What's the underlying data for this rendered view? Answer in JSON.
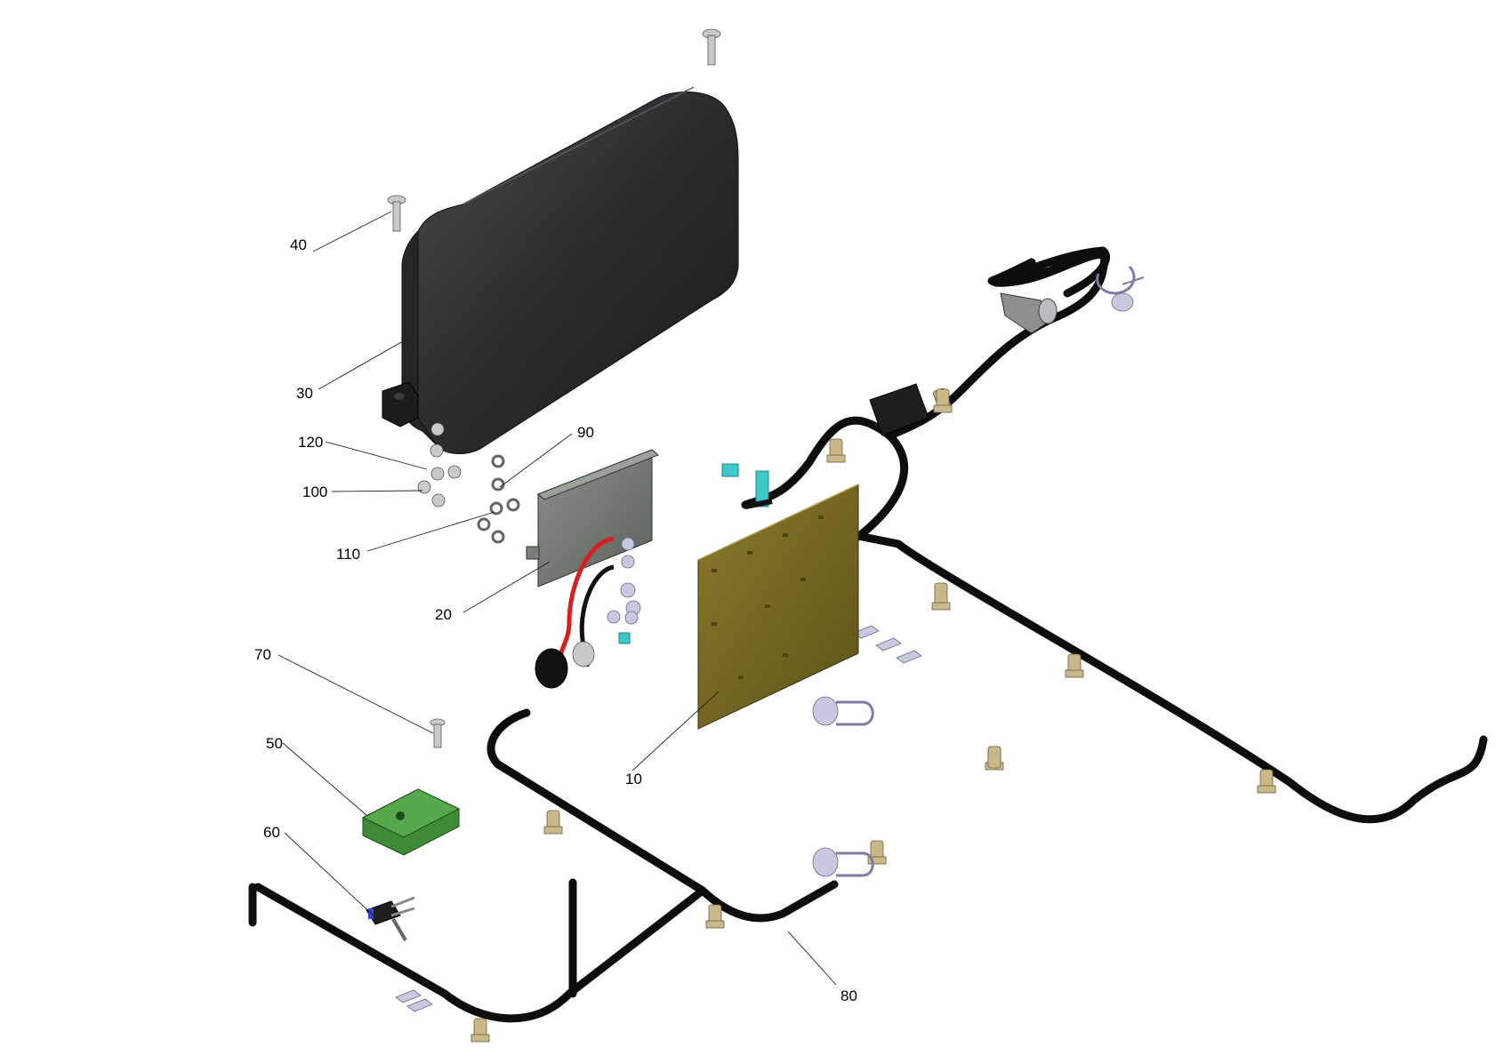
{
  "callouts": [
    {
      "id": "40",
      "label": "40"
    },
    {
      "id": "30",
      "label": "30"
    },
    {
      "id": "120",
      "label": "120"
    },
    {
      "id": "90",
      "label": "90"
    },
    {
      "id": "100",
      "label": "100"
    },
    {
      "id": "110",
      "label": "110"
    },
    {
      "id": "20",
      "label": "20"
    },
    {
      "id": "70",
      "label": "70"
    },
    {
      "id": "50",
      "label": "50"
    },
    {
      "id": "10",
      "label": "10"
    },
    {
      "id": "60",
      "label": "60"
    },
    {
      "id": "80",
      "label": "80"
    }
  ],
  "colors": {
    "cover": "#2b2b2d",
    "harness": "#0d0d0d",
    "pcb": "#7a6a24",
    "bracket": "#6d746d",
    "relay": "#3f8a36",
    "connector": "#3cc8c8",
    "red_wire": "#d81e1e",
    "leader_highlight": "#e8a07a"
  }
}
